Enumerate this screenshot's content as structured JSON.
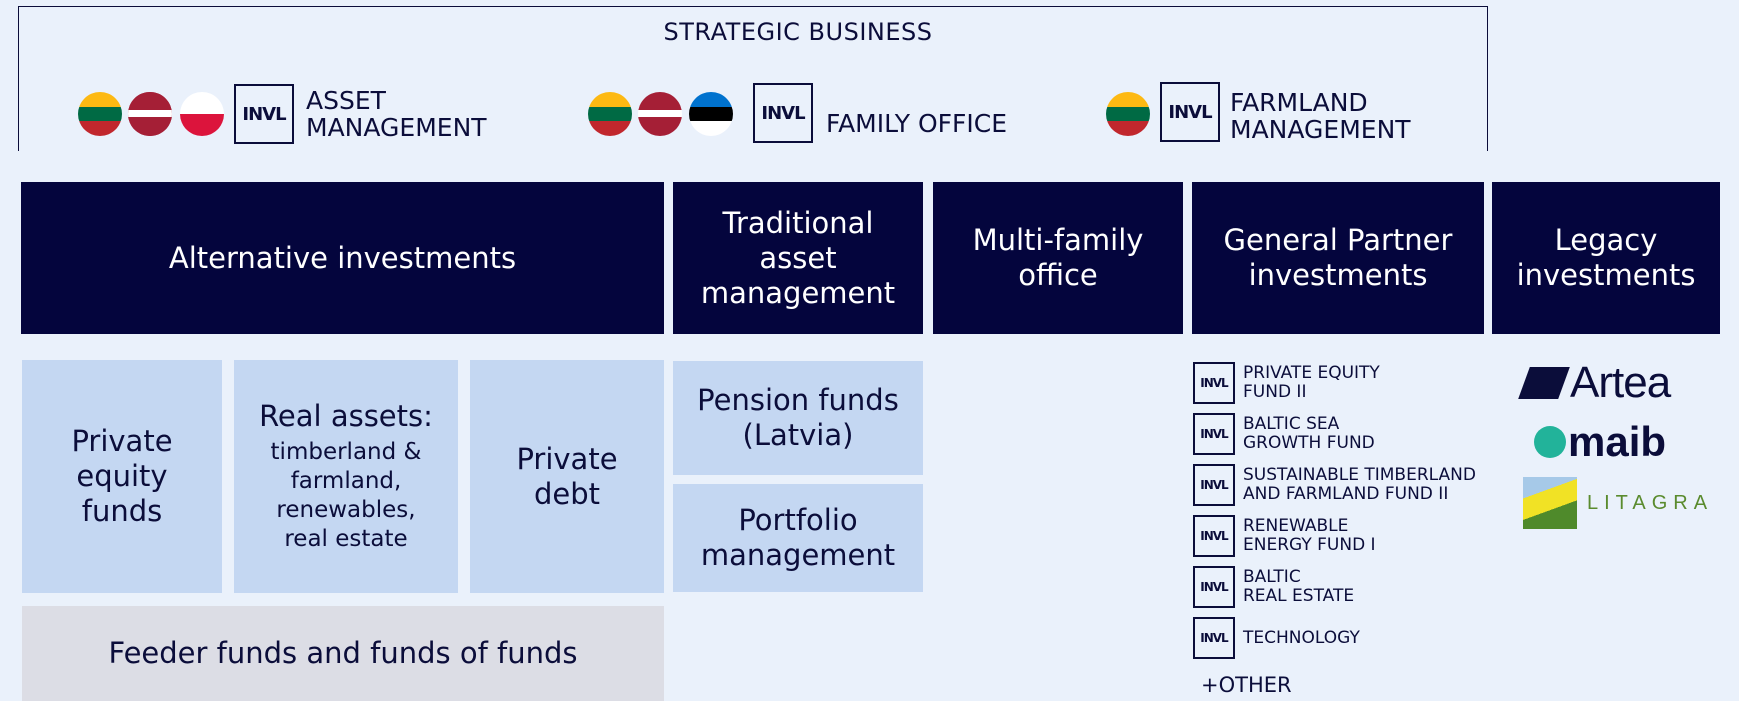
{
  "strategic": {
    "title": "STRATEGIC BUSINESS",
    "logo_mark": "INVL",
    "asset_line1": "ASSET",
    "asset_line2": "MANAGEMENT",
    "family_office": "FAMILY OFFICE",
    "farmland_line1": "FARMLAND",
    "farmland_line2": "MANAGEMENT",
    "asset_flags": [
      "lithuania-flag",
      "latvia-flag",
      "poland-flag"
    ],
    "family_flags": [
      "lithuania-flag",
      "latvia-flag",
      "estonia-flag"
    ],
    "farmland_flags": [
      "lithuania-flag"
    ]
  },
  "headers": {
    "alternative": "Alternative investments",
    "traditional": "Traditional asset management",
    "multifamily": "Multi-family office",
    "gp": "General Partner investments",
    "legacy": "Legacy investments"
  },
  "alternative": {
    "private_equity": "Private equity funds",
    "real_assets_title": "Real assets:",
    "real_assets_body": "timberland & farmland, renewables, real estate",
    "private_debt": "Private debt",
    "feeder": "Feeder funds and funds of funds"
  },
  "traditional": {
    "pension": "Pension funds (Latvia)",
    "portfolio": "Portfolio management"
  },
  "gp_funds": [
    {
      "line1": "PRIVATE EQUITY",
      "line2": "FUND II"
    },
    {
      "line1": "BALTIC SEA",
      "line2": "GROWTH FUND"
    },
    {
      "line1": "SUSTAINABLE TIMBERLAND",
      "line2": "AND FARMLAND FUND II"
    },
    {
      "line1": "RENEWABLE",
      "line2": "ENERGY FUND I"
    },
    {
      "line1": "BALTIC",
      "line2": "REAL ESTATE"
    },
    {
      "line1": "TECHNOLOGY",
      "line2": ""
    }
  ],
  "gp_other": "+OTHER",
  "legacy": {
    "artea": "Artea",
    "maib": "maib",
    "litagra": "LITAGRA"
  },
  "colors": {
    "navy": "#04053d",
    "light_blue": "#c4d7f2",
    "grey": "#dcdde5",
    "background": "#eaf1fb"
  }
}
